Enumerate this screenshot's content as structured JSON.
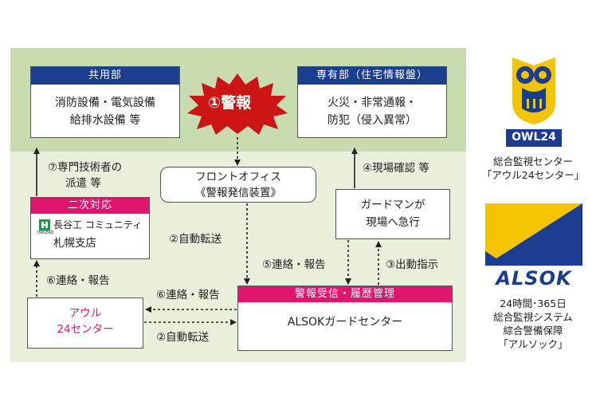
{
  "colors": {
    "blue": "#1a3d8f",
    "pink": "#e0156e",
    "red": "#cc1414",
    "yellow": "#f5c400",
    "panel": "#e8f0dc",
    "band": "#c9dcb0"
  },
  "common": {
    "header": "共用部",
    "line1": "消防設備・電気設備",
    "line2": "給排水設備 等"
  },
  "private": {
    "header": "専有部（住宅情報盤）",
    "line1": "火災・非常通報・",
    "line2": "防犯（侵入異常）"
  },
  "alarm": {
    "label": "①警報"
  },
  "front": {
    "line1": "フロントオフィス",
    "line2": "《警報発信装置》"
  },
  "guard": {
    "line1": "ガードマンが",
    "line2": "現場へ急行"
  },
  "secondary": {
    "header": "二次対応",
    "company": "長谷工 コミュニティ",
    "branch": "札幌支店",
    "hasekoSmall": "HASEKO"
  },
  "owlCenter": {
    "line1": "アウル",
    "line2": "24センター"
  },
  "alsokCenter": {
    "header": "警報受信・履歴管理",
    "body": "ALSOKガードセンター"
  },
  "labels": {
    "dispatch1": "⑦専門技術者の",
    "dispatch2": "派遣 等",
    "confirm": "④現場確認 等",
    "auto1": "②自動転送",
    "report5": "⑤連絡・報告",
    "order": "③出動指示",
    "report6a": "⑥連絡・報告",
    "report6b": "⑥連絡・報告",
    "auto2": "②自動転送"
  },
  "owlLogo": {
    "text": "OWL24",
    "caption1": "総合監視センター",
    "caption2": "「アウル24センター」"
  },
  "alsokLogo": {
    "text": "ALSOK",
    "caption1": "24時間･365日",
    "caption2": "総合監視システム",
    "caption3": "綜合警備保障",
    "caption4": "「アルソック」"
  }
}
